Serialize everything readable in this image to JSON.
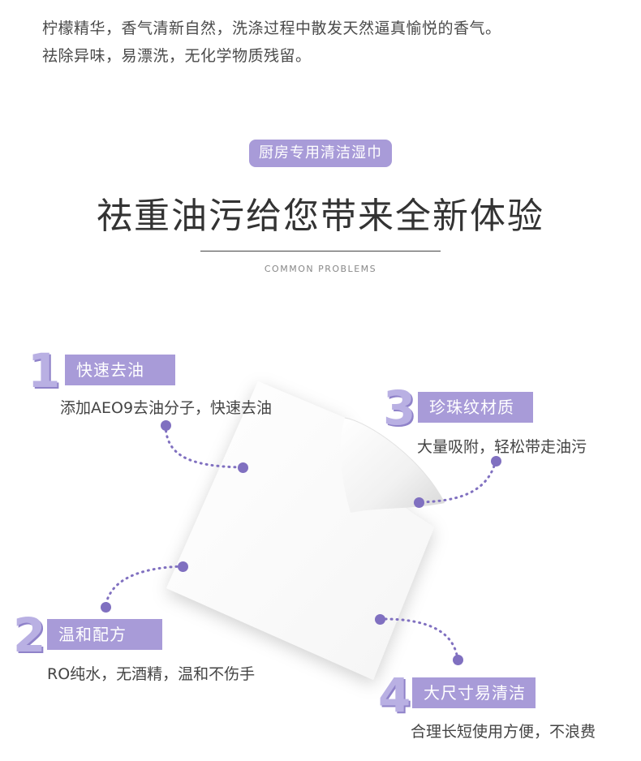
{
  "intro": {
    "line1": "柠檬精华，香气清新自然，洗涤过程中散发天然逼真愉悦的香气。",
    "line2": "祛除异味，易漂洗，无化学物质残留。"
  },
  "section": {
    "pill": "厨房专用清洁湿巾",
    "headline": "祛重油污给您带来全新体验",
    "subtitle": "COMMON PROBLEMS"
  },
  "features": [
    {
      "num": "1",
      "tag": "快速去油",
      "desc": "添加AEO9去油分子，快速去油"
    },
    {
      "num": "2",
      "tag": "温和配方",
      "desc": "RO纯水，无酒精，温和不伤手"
    },
    {
      "num": "3",
      "tag": "珍珠纹材质",
      "desc": "大量吸附，轻松带走油污"
    },
    {
      "num": "4",
      "tag": "大尺寸易清洁",
      "desc": "合理长短使用方便，不浪费"
    }
  ],
  "colors": {
    "accent": "#a89bd8",
    "dot": "#8070c0",
    "number": "#b9b0e3"
  },
  "icons": [
    "wet-wipe-illustration"
  ]
}
